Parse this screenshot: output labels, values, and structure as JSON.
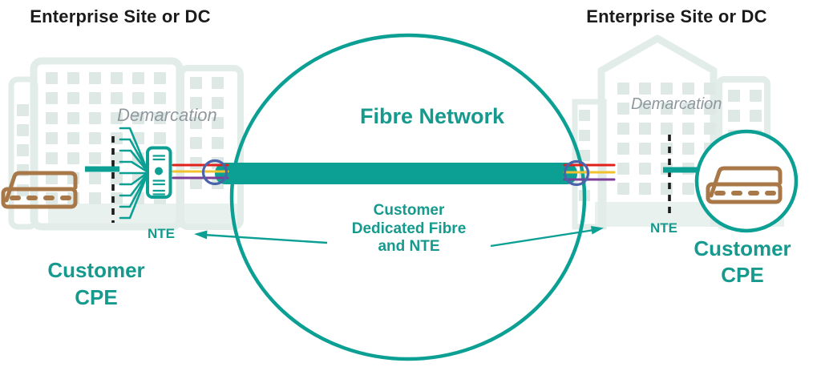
{
  "colors": {
    "teal": "#0CA095",
    "teal_text": "#159A8D",
    "ink": "#1B1B1B",
    "gray": "#8F989D",
    "brown": "#A97848",
    "red": "#E2201B",
    "yellow": "#F1C12E",
    "purple": "#7C3E97",
    "ring_blue": "#4A63A9",
    "building": "#E2EDEA",
    "building_window": "#DEE9E6",
    "building_base": "#E9F1EF"
  },
  "left_site": {
    "title": "Enterprise Site or DC",
    "demarcation_label": "Demarcation",
    "nte_label": "NTE",
    "cpe_line1": "Customer",
    "cpe_line2": "CPE"
  },
  "right_site": {
    "title": "Enterprise Site or DC",
    "demarcation_label": "Demarcation",
    "nte_label": "NTE",
    "cpe_line1": "Customer",
    "cpe_line2": "CPE"
  },
  "network": {
    "label": "Fibre Network",
    "caption_line1": "Customer",
    "caption_line2": "Dedicated Fibre",
    "caption_line3": "and NTE"
  },
  "icons": {
    "fibre_circle": "fibre-network-circle",
    "fibre_bar": "fibre-trunk-bar",
    "cpe_router": "cpe-router-icon",
    "nte_device": "nte-device-icon",
    "connector_ring": "connector-ring-icon",
    "fan_cables": "fan-cables-icon",
    "demarcation_line": "demarcation-dashed-line",
    "arrow": "arrow-icon",
    "building": "building-silhouette"
  }
}
